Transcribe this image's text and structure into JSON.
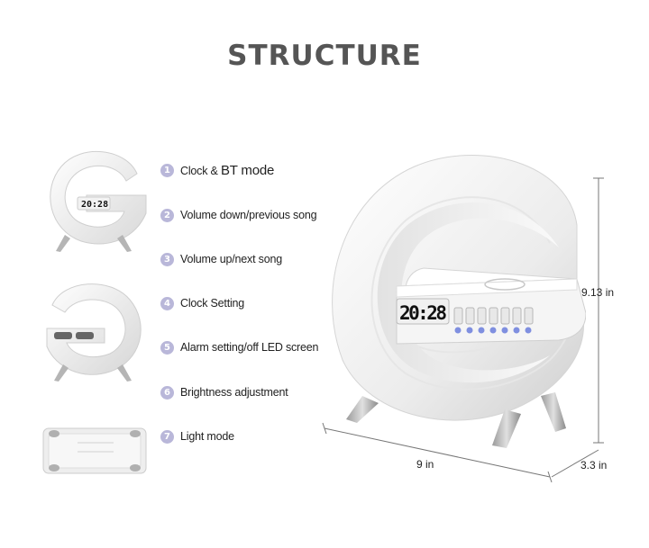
{
  "title": "STRUCTURE",
  "features": [
    {
      "num": "1",
      "label": "Clock & BT mode"
    },
    {
      "num": "2",
      "label": "Volume down/previous song"
    },
    {
      "num": "3",
      "label": "Volume up/next song"
    },
    {
      "num": "4",
      "label": "Clock Setting"
    },
    {
      "num": "5",
      "label": "Alarm setting/off LED screen"
    },
    {
      "num": "6",
      "label": "Brightness adjustment"
    },
    {
      "num": "7",
      "label": "Light mode"
    }
  ],
  "display": {
    "main_time": "20:28",
    "thumb_time": "20:28"
  },
  "dimensions": {
    "height": "9.13 in",
    "width": "9 in",
    "depth": "3.3 in"
  },
  "colors": {
    "title": "#555555",
    "badge": "#b9b7d9",
    "device_white": "#f4f4f4",
    "button_blue": "#7f8fe0"
  }
}
